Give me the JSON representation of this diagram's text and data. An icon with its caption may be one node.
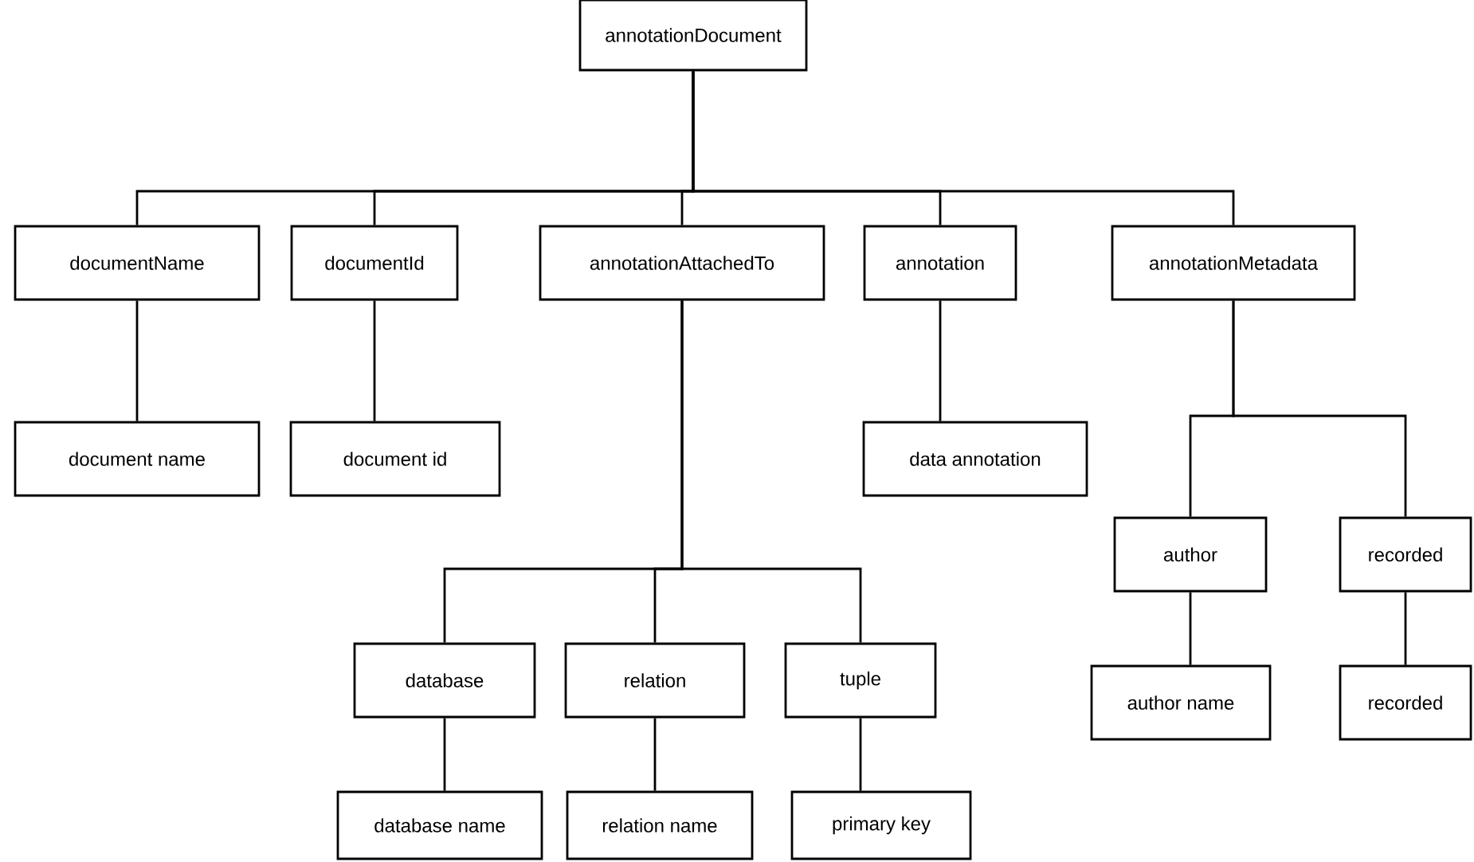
{
  "diagram": {
    "nodes": [
      {
        "text": [
          "annotationDocument"
        ]
      },
      {
        "text": [
          "documentName"
        ]
      },
      {
        "text": [
          "documentId"
        ]
      },
      {
        "text": [
          "annotationAttachedTo"
        ]
      },
      {
        "text": [
          "annotation"
        ]
      },
      {
        "text": [
          "annotationMetadata"
        ]
      },
      {
        "text": [
          "document name"
        ]
      },
      {
        "text": [
          "document id"
        ]
      },
      {
        "text": [
          "data annotation"
        ]
      },
      {
        "text": [
          "author"
        ]
      },
      {
        "text": [
          "recorded"
        ]
      },
      {
        "text": [
          "author name"
        ]
      },
      {
        "text": [
          "recorded"
        ]
      },
      {
        "text": [
          "database"
        ]
      },
      {
        "text": [
          "relation"
        ]
      },
      {
        "text": [
          "tuple"
        ]
      },
      {
        "text": [
          "database name"
        ]
      },
      {
        "text": [
          "relation name"
        ]
      },
      {
        "text": [
          "primary key"
        ]
      }
    ],
    "edges": [
      {
        "from": 0,
        "to": 1,
        "arrow": "none"
      },
      {
        "from": 0,
        "to": 2,
        "arrow": "none"
      },
      {
        "from": 0,
        "to": 3,
        "arrow": "none"
      },
      {
        "from": 0,
        "to": 4,
        "arrow": "none"
      },
      {
        "from": 0,
        "to": 5,
        "arrow": "none"
      },
      {
        "from": 1,
        "to": 6,
        "arrow": "none"
      },
      {
        "from": 2,
        "to": 7,
        "arrow": "none"
      },
      {
        "from": 4,
        "to": 8,
        "arrow": "none"
      },
      {
        "from": 5,
        "to": 9,
        "arrow": "none"
      },
      {
        "from": 5,
        "to": 10,
        "arrow": "none"
      },
      {
        "from": 9,
        "to": 11,
        "arrow": "none"
      },
      {
        "from": 10,
        "to": 12,
        "arrow": "none"
      },
      {
        "from": 3,
        "to": 13,
        "arrow": "none"
      },
      {
        "from": 3,
        "to": 14,
        "arrow": "none"
      },
      {
        "from": 3,
        "to": 15,
        "arrow": "none"
      },
      {
        "from": 13,
        "to": 16,
        "arrow": "none"
      },
      {
        "from": 14,
        "to": 17,
        "arrow": "none"
      },
      {
        "from": 15,
        "to": 18,
        "arrow": "none"
      }
    ]
  }
}
